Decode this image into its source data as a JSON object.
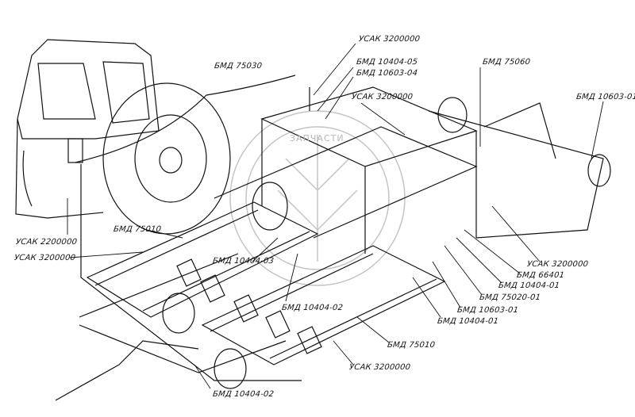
{
  "watermark": {
    "text": "ЗАПЧАСТИ",
    "color": "#b8b8b8"
  },
  "labels": [
    {
      "id": "usak-top",
      "text": "УСАК 3200000"
    },
    {
      "id": "bmd-75030",
      "text": "БМД 75030"
    },
    {
      "id": "bmd-10404-05",
      "text": "БМД 10404-05"
    },
    {
      "id": "bmd-10603-04",
      "text": "БМД 10603-04"
    },
    {
      "id": "bmd-75060",
      "text": "БМД 75060"
    },
    {
      "id": "usak-mid",
      "text": "УСАК 3200000"
    },
    {
      "id": "bmd-10603-01-top",
      "text": "БМД 10603-01"
    },
    {
      "id": "bmd-75010-left",
      "text": "БМД 75010"
    },
    {
      "id": "usak-2200000",
      "text": "УСАК 2200000"
    },
    {
      "id": "usak-left",
      "text": "УСАК 3200000"
    },
    {
      "id": "bmd-10404-03",
      "text": "БМД 10404-03"
    },
    {
      "id": "bmd-10404-02-mid",
      "text": "БМД 10404-02"
    },
    {
      "id": "usak-right",
      "text": "УСАК 3200000"
    },
    {
      "id": "bmd-66401",
      "text": "БМД 66401"
    },
    {
      "id": "bmd-10404-01-a",
      "text": "БМД 10404-01"
    },
    {
      "id": "bmd-75020-01",
      "text": "БМД 75020-01"
    },
    {
      "id": "bmd-10603-01-low",
      "text": "БМД 10603-01"
    },
    {
      "id": "bmd-10404-01-b",
      "text": "БМД 10404-01"
    },
    {
      "id": "bmd-75010-right",
      "text": "БМД 75010"
    },
    {
      "id": "usak-bottom",
      "text": "УСАК 3200000"
    },
    {
      "id": "bmd-10404-02-bottom",
      "text": "БМД 10404-02"
    }
  ]
}
